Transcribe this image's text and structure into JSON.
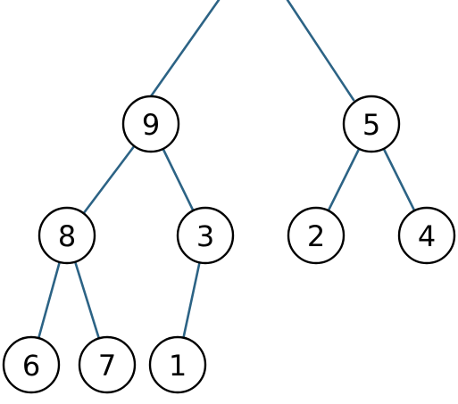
{
  "tree": {
    "nodes": [
      {
        "id": "n9",
        "label": "9"
      },
      {
        "id": "n5",
        "label": "5"
      },
      {
        "id": "n8",
        "label": "8"
      },
      {
        "id": "n3",
        "label": "3"
      },
      {
        "id": "n2",
        "label": "2"
      },
      {
        "id": "n4",
        "label": "4"
      },
      {
        "id": "n6",
        "label": "6"
      },
      {
        "id": "n7",
        "label": "7"
      },
      {
        "id": "n1",
        "label": "1"
      }
    ],
    "edges": [
      {
        "from": "n9",
        "to": "n8"
      },
      {
        "from": "n9",
        "to": "n3"
      },
      {
        "from": "n3",
        "to": "n1"
      },
      {
        "from": "n8",
        "to": "n6"
      },
      {
        "from": "n8",
        "to": "n7"
      },
      {
        "from": "n5",
        "to": "n2"
      },
      {
        "from": "n5",
        "to": "n4"
      }
    ],
    "edge_color": "#2c6385",
    "node_border_color": "#000000"
  }
}
